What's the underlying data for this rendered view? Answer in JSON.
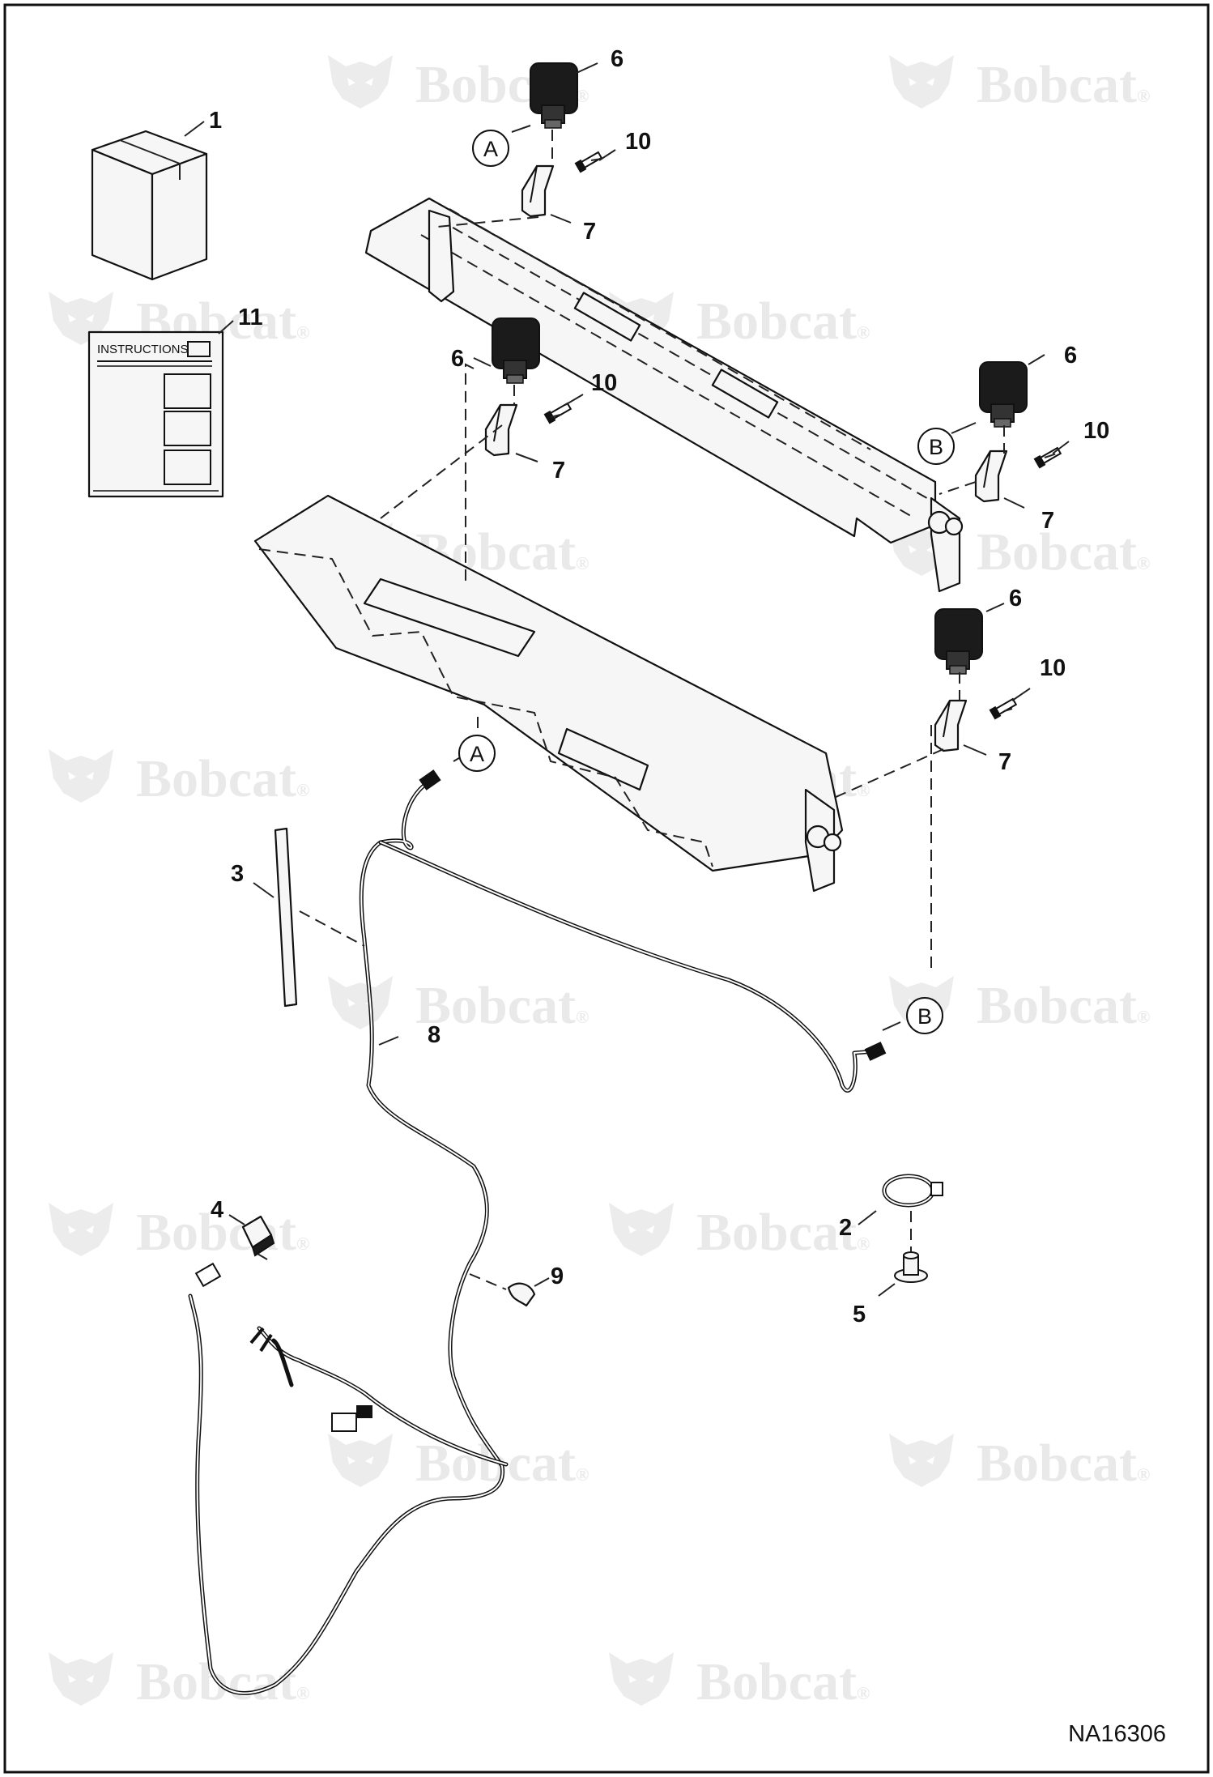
{
  "watermark": {
    "brand": "Bobcat",
    "registered": "®"
  },
  "instruction_sheet": {
    "title": "INSTRUCTIONS"
  },
  "callouts": [
    {
      "id": "c1",
      "label": "1"
    },
    {
      "id": "c2",
      "label": "2"
    },
    {
      "id": "c3",
      "label": "3"
    },
    {
      "id": "c4",
      "label": "4"
    },
    {
      "id": "c5",
      "label": "5"
    },
    {
      "id": "c6a",
      "label": "6"
    },
    {
      "id": "c6b",
      "label": "6"
    },
    {
      "id": "c6c",
      "label": "6"
    },
    {
      "id": "c6d",
      "label": "6"
    },
    {
      "id": "c7a",
      "label": "7"
    },
    {
      "id": "c7b",
      "label": "7"
    },
    {
      "id": "c7c",
      "label": "7"
    },
    {
      "id": "c7d",
      "label": "7"
    },
    {
      "id": "c8",
      "label": "8"
    },
    {
      "id": "c9",
      "label": "9"
    },
    {
      "id": "c10a",
      "label": "10"
    },
    {
      "id": "c10b",
      "label": "10"
    },
    {
      "id": "c10c",
      "label": "10"
    },
    {
      "id": "c10d",
      "label": "10"
    },
    {
      "id": "c11",
      "label": "11"
    }
  ],
  "connection_refs": [
    {
      "id": "refA1",
      "label": "A"
    },
    {
      "id": "refA2",
      "label": "A"
    },
    {
      "id": "refB1",
      "label": "B"
    },
    {
      "id": "refB2",
      "label": "B"
    }
  ],
  "figure_id": "NA16306"
}
